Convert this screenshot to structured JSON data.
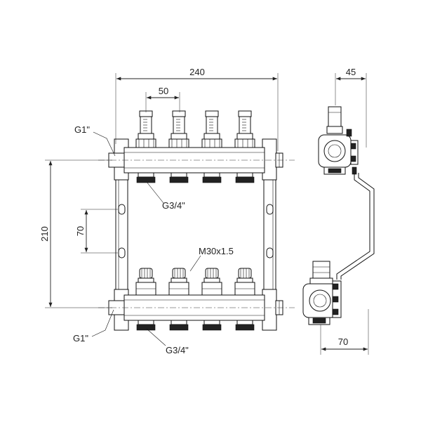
{
  "dimensions": {
    "overall_width": "240",
    "outlet_spacing": "50",
    "side_depth": "45",
    "bracket_height": "210",
    "hole_spacing": "70",
    "bottom_depth": "70"
  },
  "labels": {
    "inlet_top": "G1\"",
    "inlet_bottom": "G1\"",
    "outlet_top": "G3/4\"",
    "outlet_bottom": "G3/4\"",
    "valve_thread": "M30x1.5"
  },
  "outlets": {
    "count": 4
  }
}
